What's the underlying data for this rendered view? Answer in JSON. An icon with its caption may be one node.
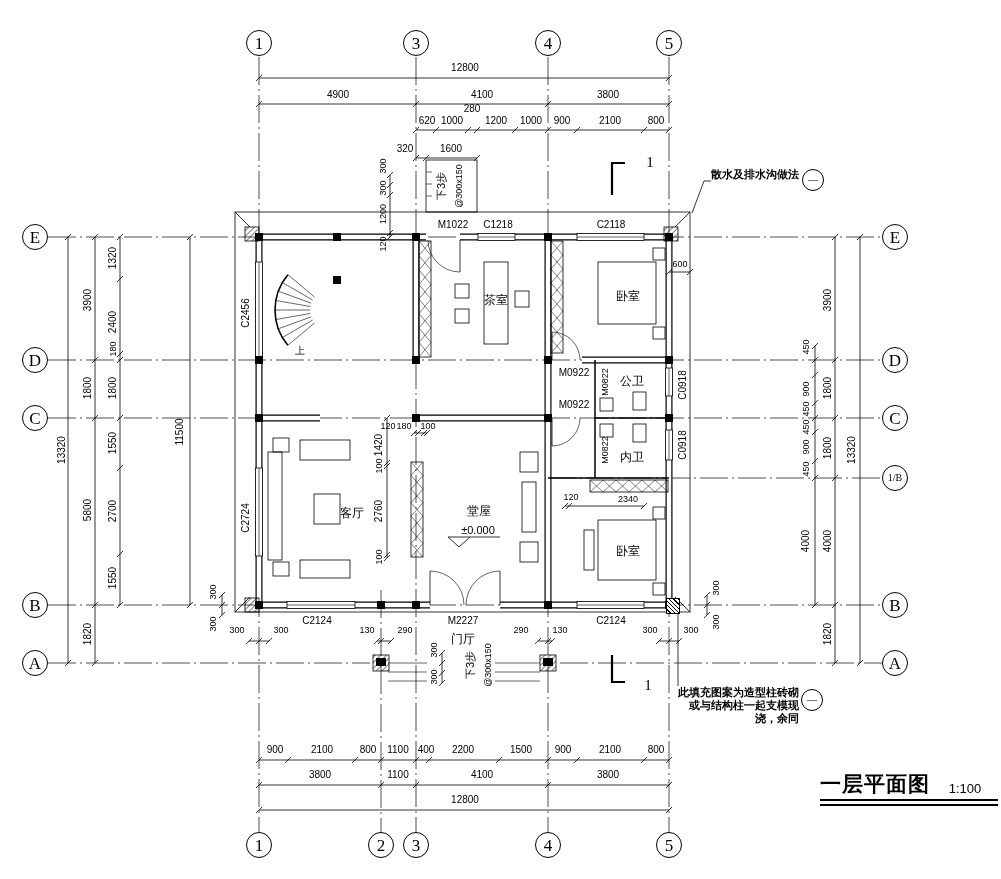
{
  "diagram": {
    "title": "一层平面图",
    "nodes": [
      {
        "text": [
          "散水及排水沟做法"
        ]
      },
      {
        "text": [
          "此填充图案为造型柱砖砌或与结构柱一起支模现浇，余同"
        ]
      },
      {
        "text": [],
        "shape": "box"
      }
    ],
    "edges": [
      {
        "from": 0,
        "to": null,
        "arrow": "none"
      },
      {
        "from": 1,
        "to": 2,
        "arrow": "none"
      }
    ],
    "labels": [
      "1",
      "3",
      "4",
      "5",
      "12800",
      "4900",
      "4100",
      "3800",
      "620",
      "1000",
      "280",
      "1200",
      "1000",
      "900",
      "2100",
      "800",
      "320",
      "1600",
      "300",
      "300",
      "1200",
      "120",
      "下3步",
      "@300x150",
      "1",
      "—",
      "E",
      "E",
      "M1022",
      "C1218",
      "C2118",
      "600",
      "13320",
      "3900",
      "1320",
      "2400",
      "180",
      "11500",
      "1800",
      "1800",
      "C2456",
      "上",
      "茶室",
      "卧室",
      "3900",
      "13320",
      "D",
      "D",
      "450",
      "M0922",
      "M0822",
      "公卫",
      "C0918",
      "900",
      "1800",
      "450",
      "M0922",
      "C",
      "C",
      "120",
      "180",
      "100",
      "450",
      "1550",
      "1420",
      "M0822",
      "C0918",
      "900",
      "1800",
      "内卫",
      "450",
      "1/B",
      "100",
      "120",
      "2340",
      "5800",
      "2700",
      "C2724",
      "客厅",
      "2760",
      "堂屋",
      "±0.000",
      "卧室",
      "4000",
      "4000",
      "100",
      "1550",
      "300",
      "300",
      "B",
      "B",
      "C2124",
      "M2227",
      "C2124",
      "300",
      "300",
      "300",
      "300",
      "130",
      "290",
      "290",
      "130",
      "300",
      "300",
      "1820",
      "1820",
      "门厅",
      "300",
      "下3步",
      "@300x150",
      "A",
      "A",
      "300",
      "1",
      "—",
      "900",
      "2100",
      "800",
      "1100",
      "400",
      "2200",
      "1500",
      "900",
      "2100",
      "800",
      "3800",
      "1100",
      "4100",
      "3800",
      "12800",
      "1:100",
      "1",
      "2",
      "3",
      "4",
      "5"
    ]
  }
}
